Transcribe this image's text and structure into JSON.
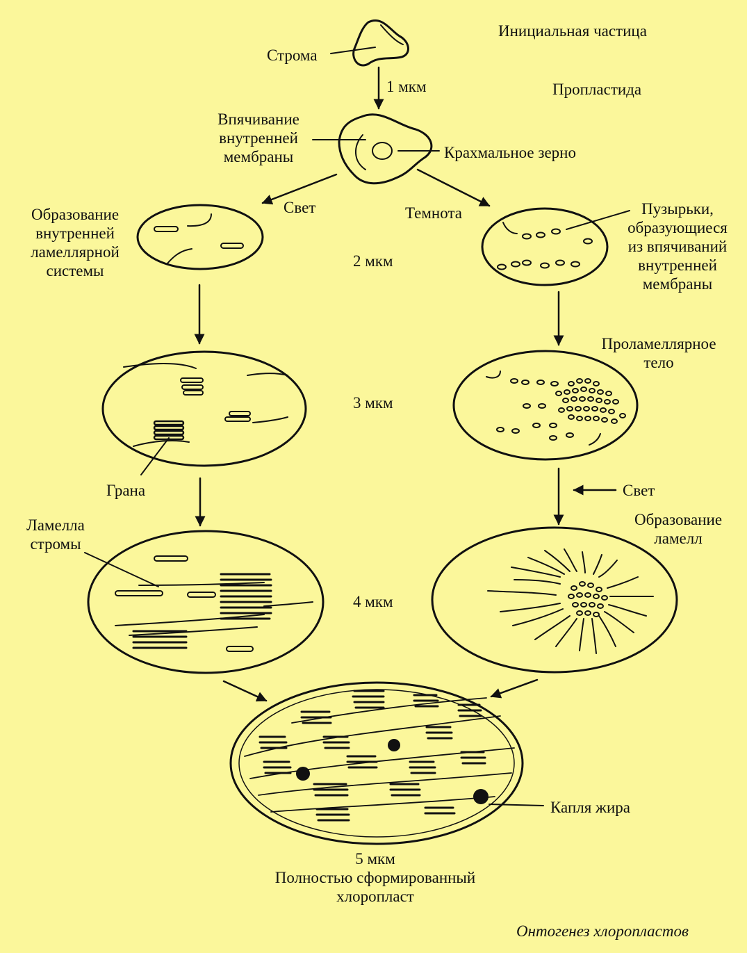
{
  "colors": {
    "background": "#fbf79b",
    "ink": "#111111"
  },
  "labels": {
    "stroma": "Строма",
    "initial_particle": "Инициальная частица",
    "scale_1": "1 мкм",
    "proplastid": "Пропластида",
    "invagination_1": "Впячивание",
    "invagination_2": "внутренней",
    "invagination_3": "мембраны",
    "starch_grain": "Крахмальное зерно",
    "light_left": "Свет",
    "darkness": "Темнота",
    "formation_1": "Образование",
    "formation_2": "внутренней",
    "formation_3": "ламеллярной",
    "formation_4": "системы",
    "vesicles_1": "Пузырьки,",
    "vesicles_2": "образующиеся",
    "vesicles_3": "из впячиваний",
    "vesicles_4": "внутренней",
    "vesicles_5": "мембраны",
    "scale_2": "2 мкм",
    "prolamellar_1": "Проламеллярное",
    "prolamellar_2": "тело",
    "scale_3": "3 мкм",
    "grana": "Грана",
    "light_right": "Свет",
    "lamella_1": "Ламелла",
    "lamella_2": "стромы",
    "lamella_form_1": "Образование",
    "lamella_form_2": "ламелл",
    "scale_4": "4 мкм",
    "fat_drop": "Капля жира",
    "scale_5": "5 мкм",
    "final_1": "Полностью сформированный",
    "final_2": "хлоропласт",
    "caption": "Онтогенез хлоропластов"
  }
}
